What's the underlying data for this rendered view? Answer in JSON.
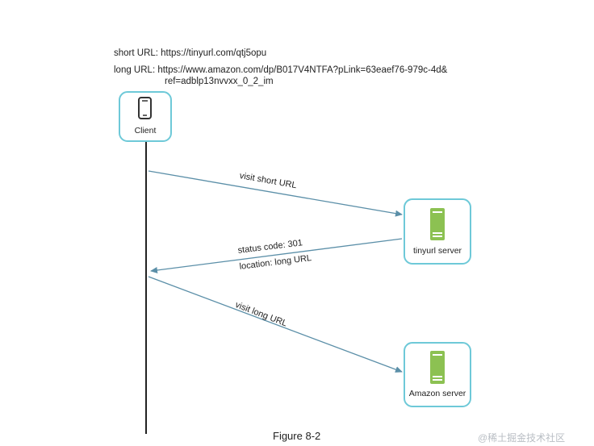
{
  "header": {
    "short_url_line": "short URL: https://tinyurl.com/qtj5opu",
    "long_url_line_1": "long URL: https://www.amazon.com/dp/B017V4NTFA?pLink=63eaef76-979c-4d&",
    "long_url_line_2": "ref=adblp13nvvxx_0_2_im"
  },
  "nodes": {
    "client": {
      "label": "Client",
      "icon": "phone-icon"
    },
    "tinyurl": {
      "label": "tinyurl server",
      "icon": "server-icon"
    },
    "amazon": {
      "label": "Amazon server",
      "icon": "server-icon"
    }
  },
  "edges": {
    "visit_short": "visit short URL",
    "status_code": "status code: 301",
    "location": "location: long URL",
    "visit_long": "visit long URL"
  },
  "caption": "Figure 8-2",
  "watermark": "@稀土掘金技术社区",
  "colors": {
    "node_border": "#6ec9d8",
    "server_green": "#8cc152",
    "line": "#222222",
    "arrow": "#5b8fa8"
  }
}
